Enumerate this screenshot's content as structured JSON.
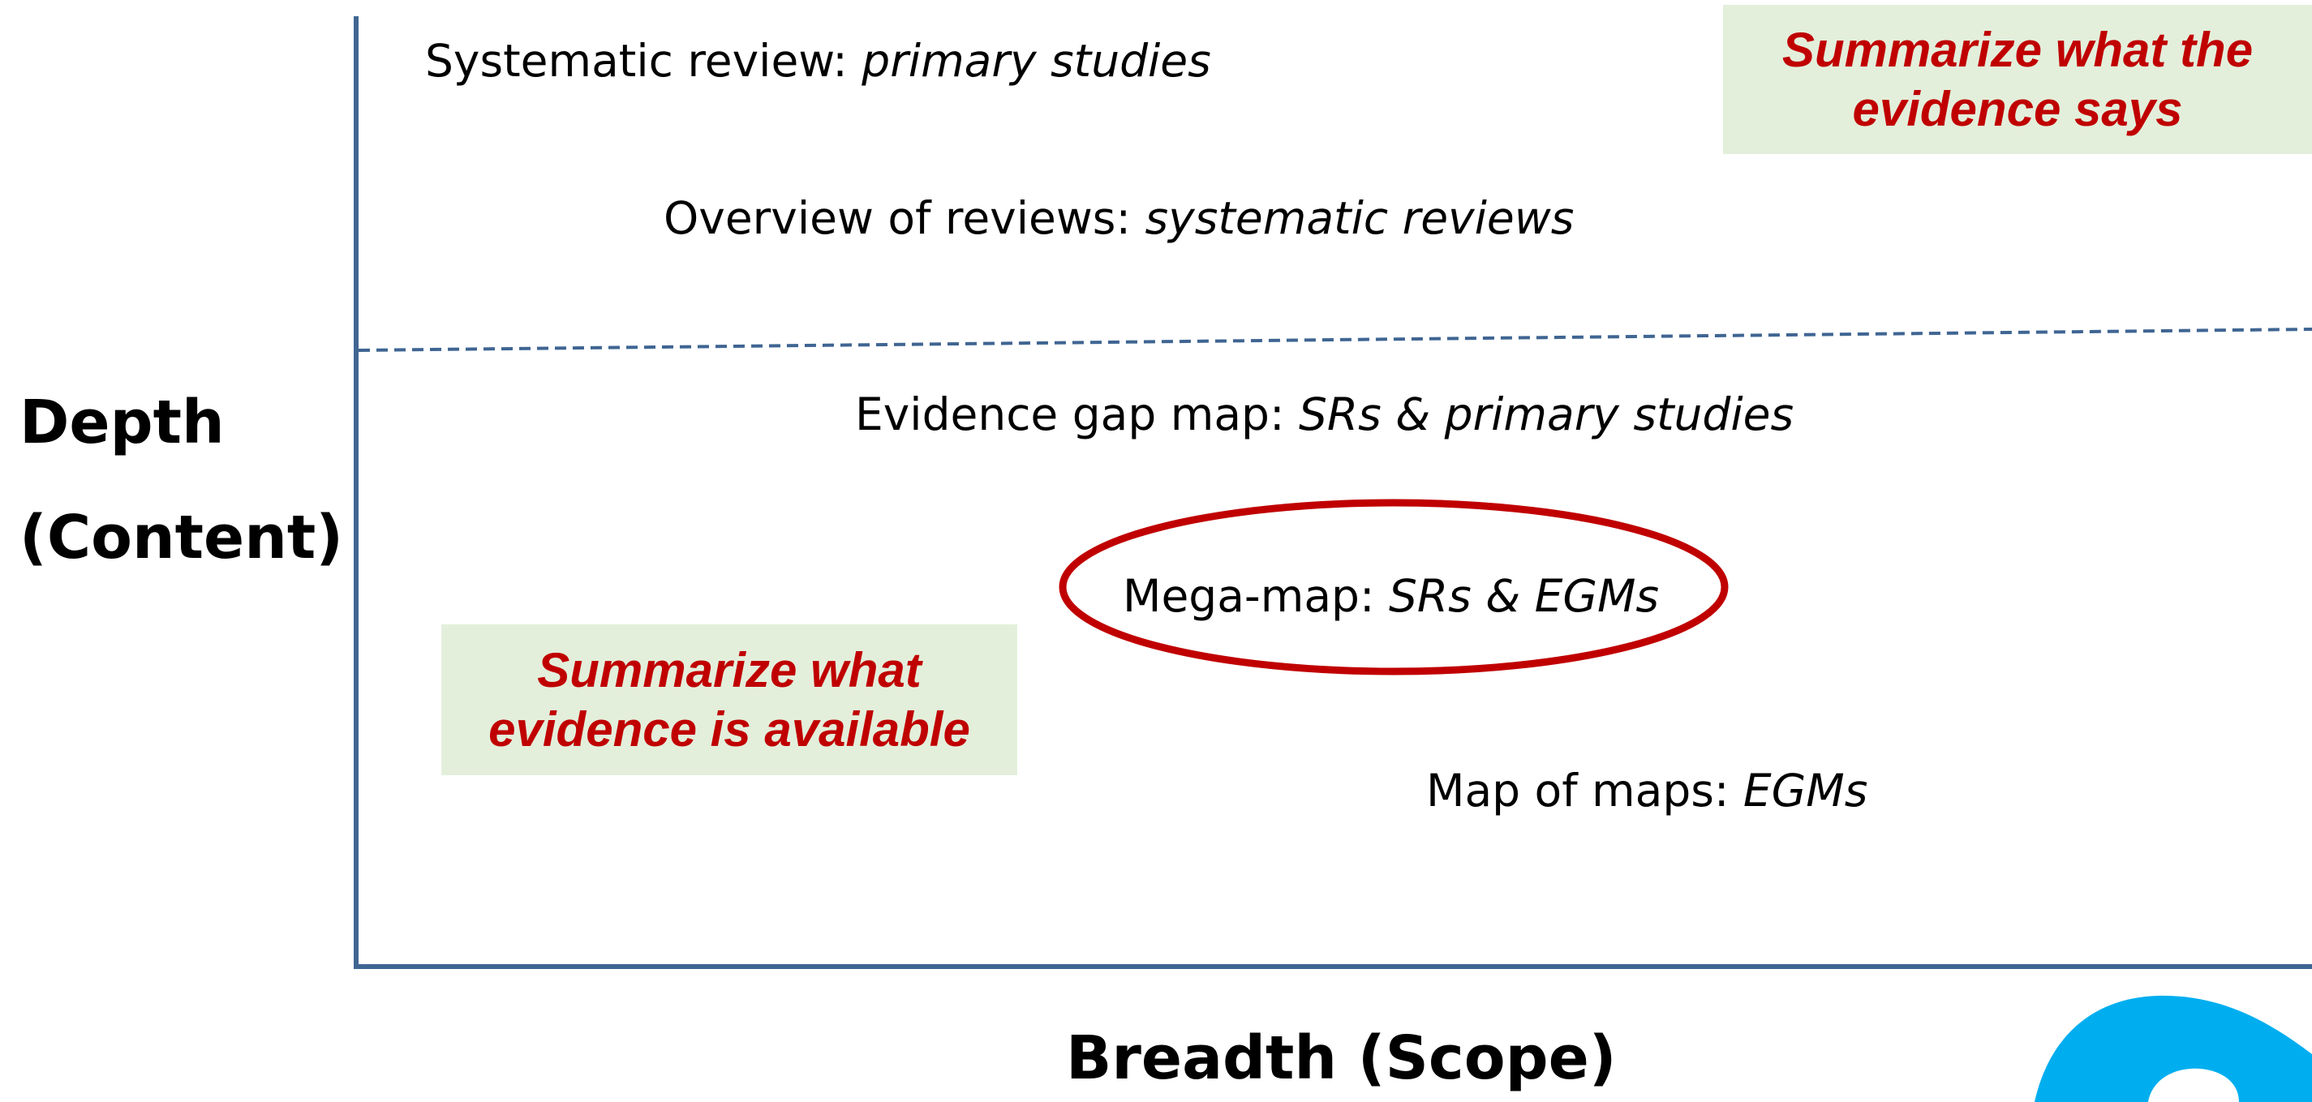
{
  "diagram": {
    "y_axis_label_line1": "Depth",
    "y_axis_label_line2": "(Content)",
    "x_axis_label": "Breadth (Scope)",
    "items": [
      {
        "name": "Systematic review",
        "sep": ": ",
        "detail": "primary studies"
      },
      {
        "name": "Overview of reviews",
        "sep": ": ",
        "detail": "systematic reviews"
      },
      {
        "name": "Evidence gap map",
        "sep": ": ",
        "detail": "SRs & primary studies"
      },
      {
        "name": "Mega-map",
        "sep": ": ",
        "detail": "SRs & EGMs"
      },
      {
        "name": "Map of maps",
        "sep": ": ",
        "detail": "EGMs"
      }
    ],
    "callouts": {
      "top_right_line1": "Summarize what the",
      "top_right_line2": "evidence says",
      "bottom_left_line1": "Summarize what",
      "bottom_left_line2": "evidence is available"
    },
    "colors": {
      "axis": "#3f6592",
      "callout_text": "#c00000",
      "callout_bg": "#e3efdb",
      "highlight_ellipse": "#c00000",
      "logo": "#00aeef"
    }
  }
}
